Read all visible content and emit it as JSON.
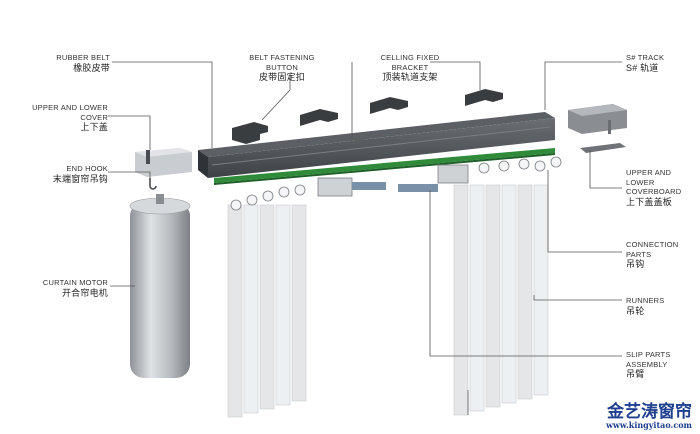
{
  "labels": {
    "rubber_belt": {
      "en": "RUBBER BELT",
      "zh": "橡胶皮带"
    },
    "upper_lower_cover": {
      "en": "UPPER AND LOWER COVER",
      "zh": "上下盖"
    },
    "end_hook": {
      "en": "END HOOK",
      "zh": "末端窗帘吊钩"
    },
    "curtain_motor": {
      "en": "CURTAIN MOTOR",
      "zh": "开合帘电机"
    },
    "belt_fastening_button": {
      "en": "BELT FASTENING BUTTON",
      "zh": "皮带固定扣"
    },
    "celling_fixed_bracket": {
      "en": "CELLING FIXED BRACKET",
      "zh": "顶装轨道支架"
    },
    "s_track": {
      "en": "S# TRACK",
      "zh": "S# 轨道"
    },
    "upper_lower_coverboard": {
      "en": "UPPER AND LOWER COVERBOARD",
      "zh": "上下盖盖板"
    },
    "connection_parts": {
      "en": "CONNECTION PARTS",
      "zh": "吊钩"
    },
    "runners": {
      "en": "RUNNERS",
      "zh": "吊轮"
    },
    "slip_parts_assembly": {
      "en": "SLIP PARTS ASSEMBLY",
      "zh": "吊臂"
    }
  },
  "watermark": {
    "line1": "金艺涛窗帘",
    "line2": "www.kingyitao.com"
  },
  "colors": {
    "track": "#4a4e52",
    "belt": "#2f8a3a",
    "motor": "#b9bcc0",
    "leader": "#555555",
    "watermark": "#1f3f8f"
  }
}
